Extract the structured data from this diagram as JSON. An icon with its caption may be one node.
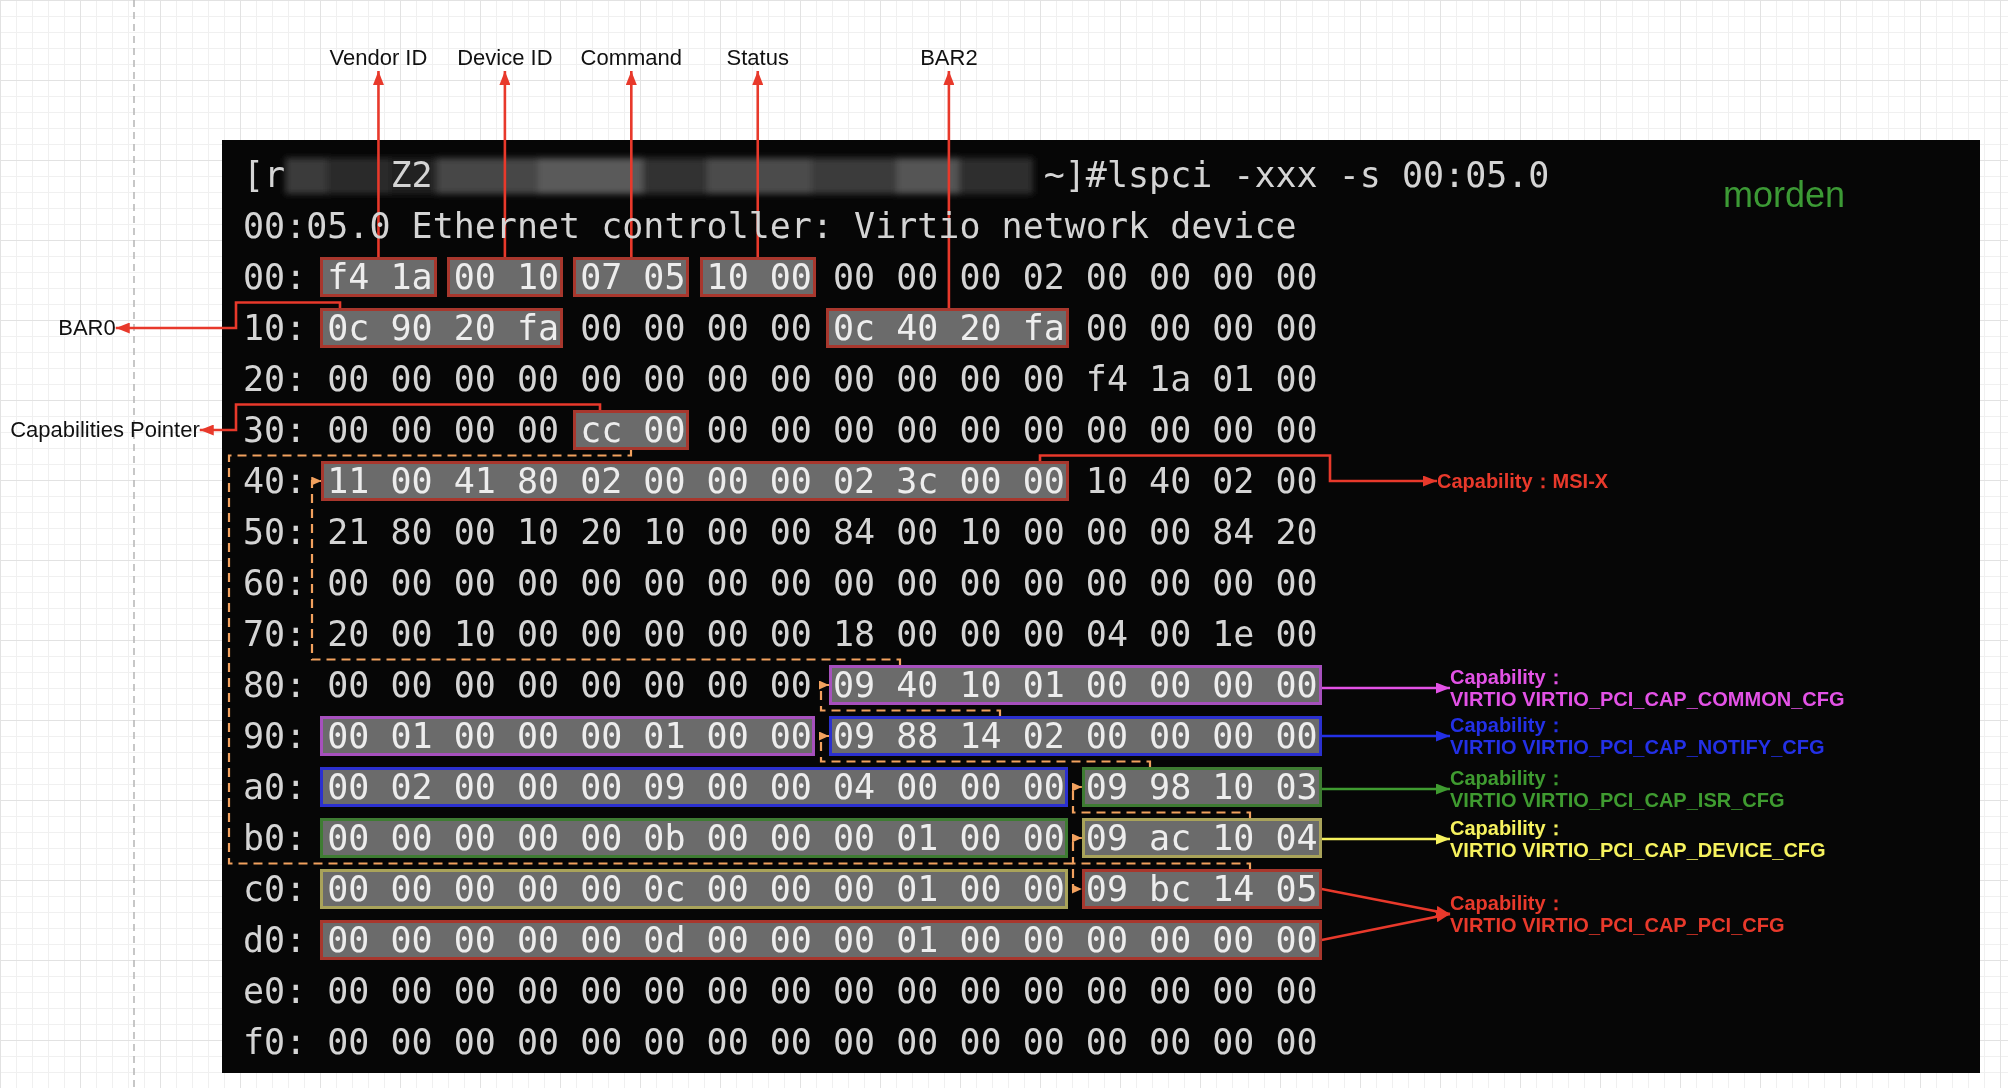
{
  "diagram": {
    "nodes": [
      {
        "text": [
          "Vendor ID"
        ]
      },
      {
        "text": [
          "Device ID"
        ]
      },
      {
        "text": [
          "Command"
        ]
      },
      {
        "text": [
          "Status"
        ]
      },
      {
        "text": [
          "BAR2"
        ]
      },
      {
        "text": [
          "f4 1a"
        ]
      },
      {
        "text": [
          "00 10"
        ]
      },
      {
        "text": [
          "07 05"
        ]
      },
      {
        "text": [
          "10 00"
        ]
      },
      {
        "text": [
          "BAR0"
        ]
      },
      {
        "text": [
          "0c 90 20 fa"
        ]
      },
      {
        "text": [
          "0c 40 20 fa"
        ]
      },
      {
        "text": [
          "Capabilities Pointer"
        ]
      },
      {
        "text": [
          "cc 00"
        ]
      },
      {
        "text": [
          "11 00 41 80 02 00 00 00 02 3c 00 00"
        ]
      },
      {
        "text": [
          "Capability：MSI-X"
        ]
      },
      {
        "text": [
          "09 40 10 01 00 00 00 00"
        ]
      },
      {
        "text": [
          "Capability：",
          "VIRTIO VIRTIO_PCI_CAP_COMMON_CFG"
        ]
      },
      {
        "text": [
          "00 01 00 00 00 01 00 00"
        ]
      },
      {
        "text": [
          "09 88 14 02 00 00 00 00"
        ]
      },
      {
        "text": [
          "Capability：",
          "VIRTIO VIRTIO_PCI_CAP_NOTIFY_CFG"
        ]
      },
      {
        "text": [
          "00 02 00 00 00 09 00 00 04 00 00 00"
        ]
      },
      {
        "text": [
          "09 98 10 03"
        ]
      },
      {
        "text": [
          "Capability：",
          "VIRTIO VIRTIO_PCI_CAP_ISR_CFG"
        ]
      },
      {
        "text": [
          "00 00 00 00 00 0b 00 00 00 01 00 00"
        ]
      },
      {
        "text": [
          "09 ac 10 04"
        ]
      },
      {
        "text": [
          "Capability：",
          "VIRTIO VIRTIO_PCI_CAP_DEVICE_CFG"
        ]
      },
      {
        "text": [
          "00 00 00 00 00 0c 00 00 00 01 00 00"
        ]
      },
      {
        "text": [
          "09 bc 14 05"
        ]
      },
      {
        "text": [
          "Capability：",
          "VIRTIO VIRTIO_PCI_CAP_PCI_CFG"
        ]
      },
      {
        "text": [
          "00 00 00 00 00 0d 00 00 00 01 00 00 00 00 00 00"
        ]
      }
    ],
    "edges": [
      {
        "from": 5,
        "to": 0,
        "arrow": "to"
      },
      {
        "from": 6,
        "to": 1,
        "arrow": "to"
      },
      {
        "from": 7,
        "to": 2,
        "arrow": "to"
      },
      {
        "from": 8,
        "to": 3,
        "arrow": "to"
      },
      {
        "from": 11,
        "to": 4,
        "arrow": "to"
      },
      {
        "from": 10,
        "to": 9,
        "arrow": "to"
      },
      {
        "from": 13,
        "to": 12,
        "arrow": "to"
      },
      {
        "from": 14,
        "to": 15,
        "arrow": "to"
      },
      {
        "from": 16,
        "to": 17,
        "arrow": "to",
        "color": "#e352e6"
      },
      {
        "from": 19,
        "to": 20,
        "arrow": "to",
        "color": "#2330e6"
      },
      {
        "from": 22,
        "to": 23,
        "arrow": "to",
        "color": "#3f9b30"
      },
      {
        "from": 25,
        "to": 26,
        "arrow": "to",
        "color": "#f6f25e"
      },
      {
        "from": 28,
        "to": 29,
        "arrow": "to"
      },
      {
        "from": 30,
        "to": 29,
        "arrow": "to"
      },
      {
        "from": 13,
        "to": 28,
        "arrow": "to",
        "style": "dashed",
        "color": "#f2a15e"
      },
      {
        "from": 28,
        "to": 25,
        "arrow": "to",
        "style": "dashed",
        "color": "#f2a15e"
      },
      {
        "from": 25,
        "to": 22,
        "arrow": "to",
        "style": "dashed",
        "color": "#f2a15e"
      },
      {
        "from": 22,
        "to": 19,
        "arrow": "to",
        "style": "dashed",
        "color": "#f2a15e"
      },
      {
        "from": 19,
        "to": 16,
        "arrow": "to",
        "style": "dashed",
        "color": "#f2a15e"
      },
      {
        "from": 16,
        "to": 14,
        "arrow": "to",
        "style": "dashed",
        "color": "#f2a15e"
      }
    ],
    "labels": [
      "[r",
      "Z2",
      "~]#lspci -xxx -s 00:05.0",
      "morden",
      "00:05.0 Ethernet controller: Virtio network device",
      "00:",
      "00 00",
      "00 02 00 00 00 00",
      "10:",
      "00 00 00 00",
      "00 00 00 00",
      "20:",
      "00 00 00 00 00 00 00 00 00 00 00 00 f4 1a 01 00",
      "30:",
      "00 00 00 00",
      "00 00 00 00 00 00 00 00 00 00",
      "40:",
      "10 40 02 00",
      "50:",
      "21 80 00 10 20 10 00 00 84 00 10 00 00 00 84 20",
      "60:",
      "00 00 00 00 00 00 00 00 00 00 00 00 00 00 00 00",
      "70:",
      "20 00 10 00 00 00 00 00 18 00 00 00 04 00 1e 00",
      "80:",
      "00 00 00 00 00 00 00 00",
      "90:",
      "a0:",
      "b0:",
      "c0:",
      "d0:",
      "e0:",
      "00 00 00 00 00 00 00 00 00 00 00 00 00 00 00 00",
      "f0:",
      "00 00 00 00 00 00 00 00 00 00 00 00 00 00 00 00"
    ]
  }
}
